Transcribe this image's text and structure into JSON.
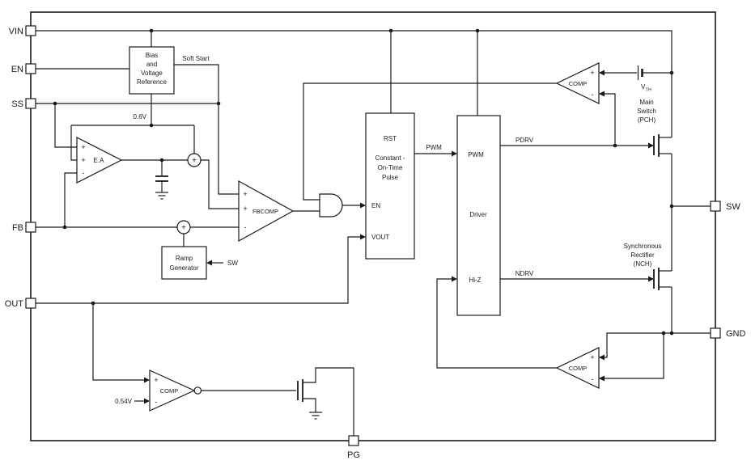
{
  "pins": {
    "vin": "VIN",
    "en": "EN",
    "ss": "SS",
    "fb": "FB",
    "out": "OUT",
    "sw": "SW",
    "gnd": "GND",
    "pg": "PG"
  },
  "bias": {
    "l1": "Bias",
    "l2": "and",
    "l3": "Voltage",
    "l4": "Reference"
  },
  "ea": {
    "label": "E.A"
  },
  "fbcomp": {
    "label": "FBCOMP"
  },
  "ramp": {
    "l1": "Ramp",
    "l2": "Generator",
    "input": "SW"
  },
  "cot": {
    "rst": "RST",
    "l1": "Constant -",
    "l2": "On-Time",
    "l3": "Pulse",
    "en": "EN",
    "vout": "VOUT"
  },
  "driver": {
    "pwm": "PWM",
    "name": "Driver",
    "hiz": "Hi-Z"
  },
  "comp": {
    "top": "COMP",
    "zero_cross": "COMP",
    "power_good": "COMP"
  },
  "mosfets": {
    "main": {
      "l1": "Main",
      "l2": "Switch",
      "l3": "(PCH)"
    },
    "sync": {
      "l1": "Synchronous",
      "l2": "Rectifier",
      "l3": "(NCH)"
    }
  },
  "labels": {
    "soft_start": "Soft Start",
    "vref": "0.6V",
    "pwm": "PWM",
    "pdrv": "PDRV",
    "ndrv": "NDRV",
    "pg_ref": "0.54V",
    "vth_base": "V",
    "vth_sub": "TH"
  },
  "signs": {
    "plus": "+",
    "minus": "-"
  }
}
